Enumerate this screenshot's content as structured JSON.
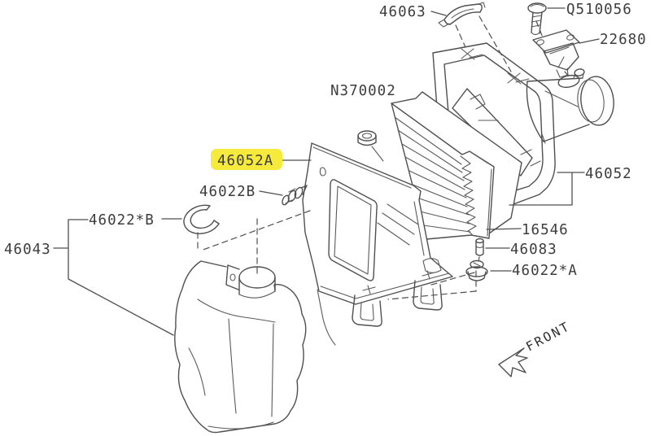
{
  "diagram": {
    "type": "exploded-parts-diagram",
    "background_color": "#ffffff",
    "line_color": "#4f4f4f",
    "text_color": "#3d3d3d",
    "highlight_color": "#f6ea3c",
    "highlighted_part": "46052A",
    "front_label": "FRONT",
    "labels": {
      "l46063": "46063",
      "q510056": "Q510056",
      "l22680": "22680",
      "n370002": "N370002",
      "l46052a": "46052A",
      "l46022b": "46022B",
      "l46052": "46052",
      "l46022xb": "46022*B",
      "l46043": "46043",
      "l16546": "16546",
      "l46083": "46083",
      "l46022xa": "46022*A"
    }
  }
}
